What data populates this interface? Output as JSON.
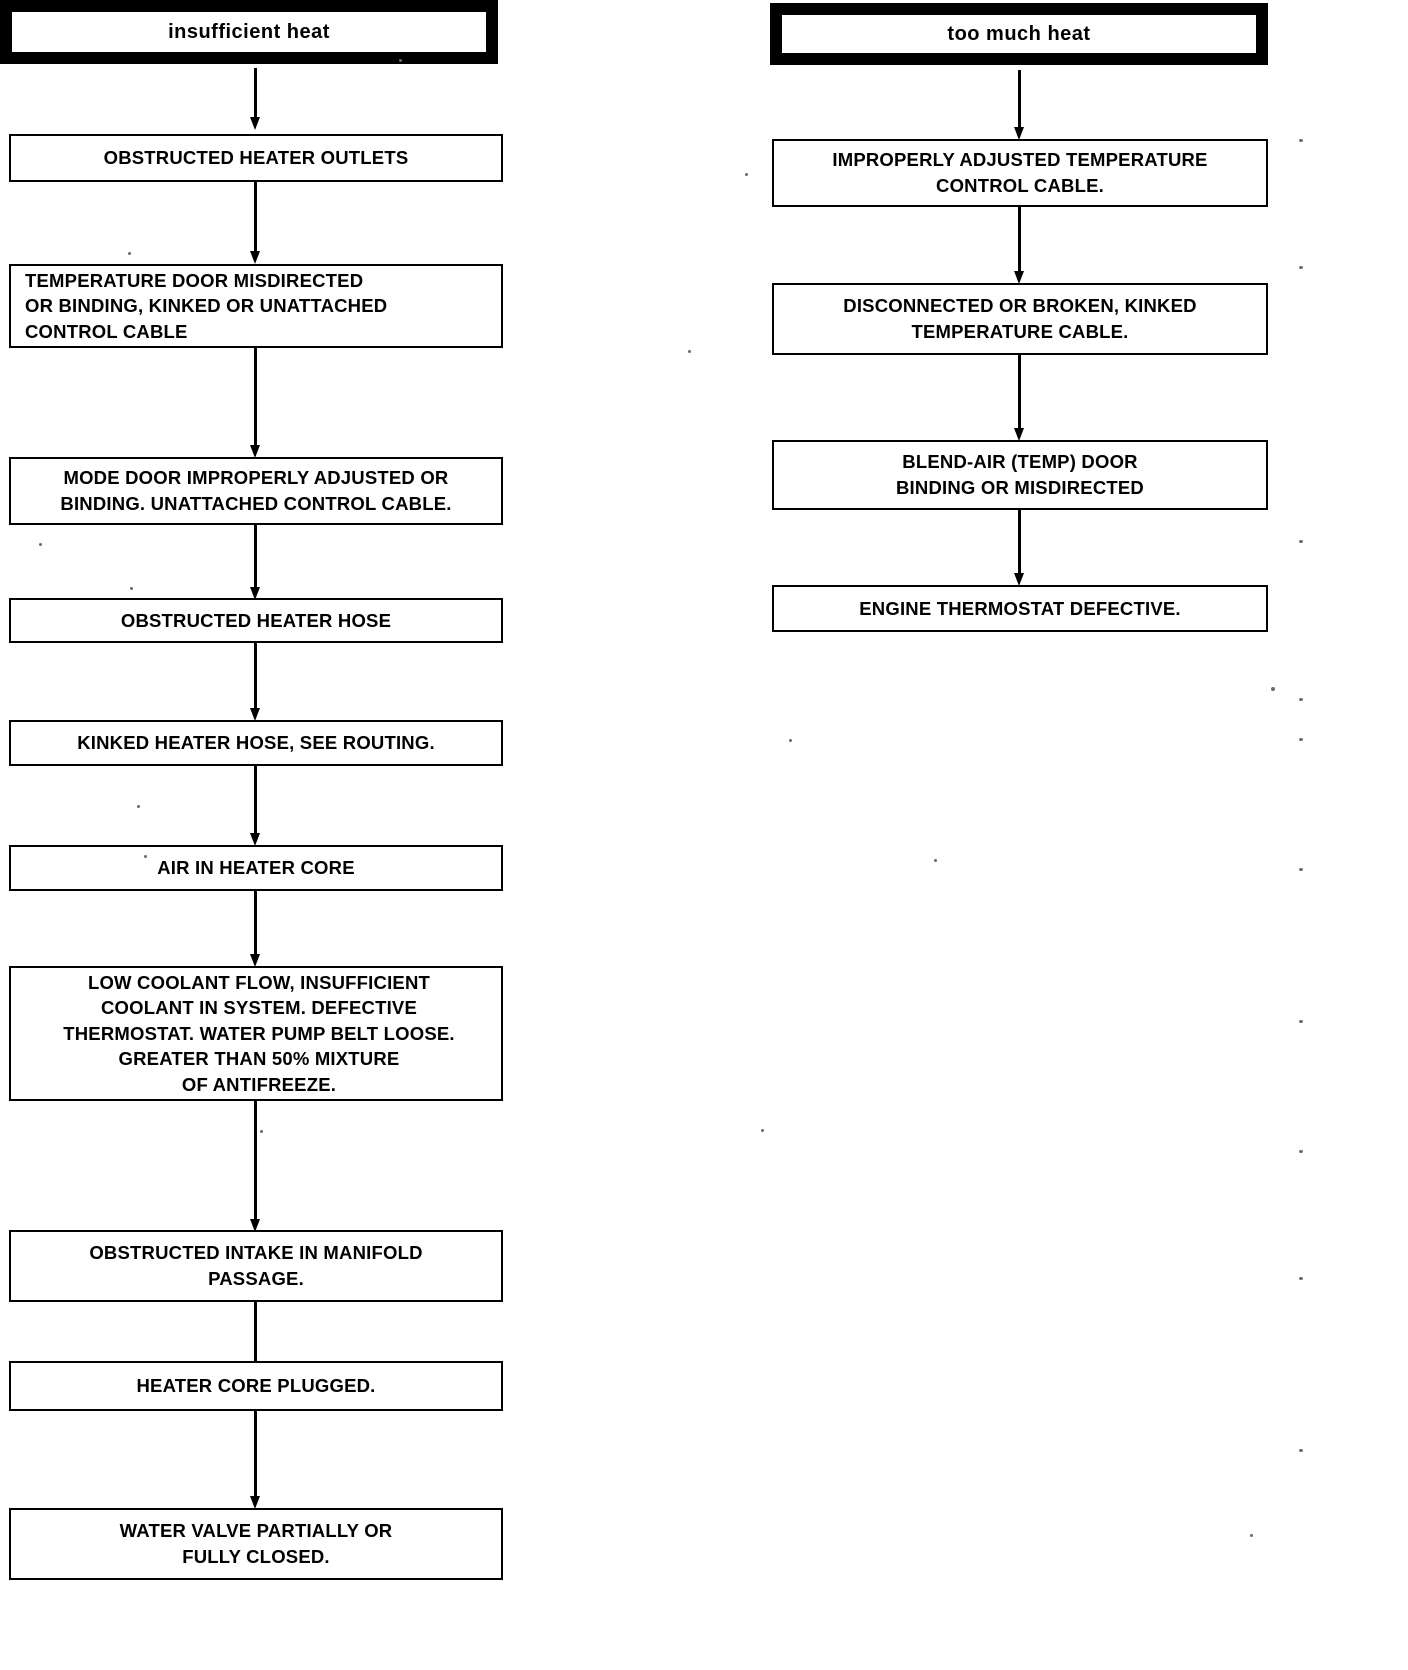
{
  "diagram": {
    "title": "Heater System Troubleshooting Flow Chart",
    "type": "flowchart",
    "orientation": "two-column-vertical",
    "colors": {
      "background": "#ffffff",
      "stroke": "#000000",
      "text": "#000000"
    },
    "columns": [
      {
        "id": "insufficient-heat",
        "header": "insufficient heat",
        "nodes": [
          {
            "id": "l1",
            "text": "OBSTRUCTED HEATER OUTLETS",
            "align": "center"
          },
          {
            "id": "l2",
            "text": "TEMPERATURE DOOR MISDIRECTED\nOR BINDING, KINKED OR UNATTACHED\nCONTROL CABLE",
            "align": "left"
          },
          {
            "id": "l3",
            "text": "MODE DOOR IMPROPERLY ADJUSTED OR\nBINDING. UNATTACHED CONTROL CABLE.",
            "align": "center"
          },
          {
            "id": "l4",
            "text": "OBSTRUCTED HEATER HOSE",
            "align": "center"
          },
          {
            "id": "l5",
            "text": "KINKED HEATER HOSE, SEE ROUTING.",
            "align": "center"
          },
          {
            "id": "l6",
            "text": "AIR IN HEATER CORE",
            "align": "center"
          },
          {
            "id": "l7",
            "text": "LOW COOLANT FLOW, INSUFFICIENT\nCOOLANT IN SYSTEM. DEFECTIVE\nTHERMOSTAT. WATER PUMP BELT LOOSE.\nGREATER THAN 50% MIXTURE\nOF ANTIFREEZE.",
            "align": "left"
          },
          {
            "id": "l8",
            "text": "OBSTRUCTED INTAKE IN MANIFOLD\nPASSAGE.",
            "align": "center"
          },
          {
            "id": "l9",
            "text": "HEATER CORE PLUGGED.",
            "align": "center"
          },
          {
            "id": "l10",
            "text": "WATER VALVE PARTIALLY OR\nFULLY CLOSED.",
            "align": "center"
          }
        ]
      },
      {
        "id": "too-much-heat",
        "header": "too much heat",
        "nodes": [
          {
            "id": "r1",
            "text": "IMPROPERLY ADJUSTED TEMPERATURE\nCONTROL CABLE.",
            "align": "center"
          },
          {
            "id": "r2",
            "text": "DISCONNECTED OR BROKEN, KINKED\nTEMPERATURE CABLE.",
            "align": "center"
          },
          {
            "id": "r3",
            "text": "BLEND-AIR (TEMP) DOOR\nBINDING OR MISDIRECTED",
            "align": "center"
          },
          {
            "id": "r4",
            "text": "ENGINE THERMOSTAT DEFECTIVE.",
            "align": "center"
          }
        ]
      }
    ],
    "connectors": {
      "arrow_name": "down-arrow-connector",
      "count": 12
    }
  }
}
